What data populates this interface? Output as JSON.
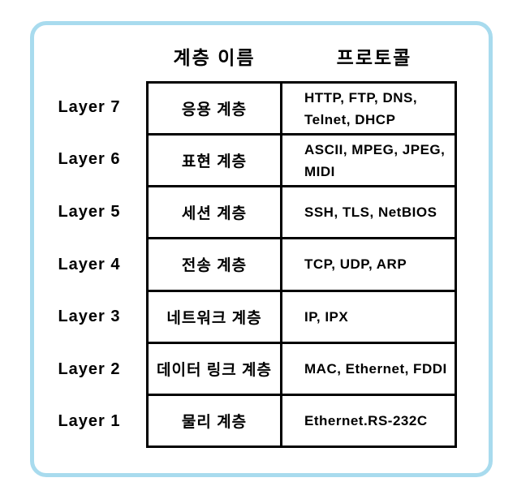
{
  "diagram": {
    "title_semantic": "OSI 7 layer model table",
    "headers": {
      "name": "계층 이름",
      "protocol": "프로토콜"
    },
    "rows": [
      {
        "layer": "Layer 7",
        "name": "응용 계층",
        "protocols": "HTTP, FTP, DNS,\nTelnet, DHCP"
      },
      {
        "layer": "Layer 6",
        "name": "표현 계층",
        "protocols": "ASCII, MPEG, JPEG,\nMIDI"
      },
      {
        "layer": "Layer 5",
        "name": "세션 계층",
        "protocols": "SSH, TLS, NetBIOS"
      },
      {
        "layer": "Layer 4",
        "name": "전송 계층",
        "protocols": "TCP, UDP, ARP"
      },
      {
        "layer": "Layer 3",
        "name": "네트워크 계층",
        "protocols": "IP, IPX"
      },
      {
        "layer": "Layer 2",
        "name": "데이터 링크 계층",
        "protocols": "MAC, Ethernet, FDDI"
      },
      {
        "layer": "Layer 1",
        "name": "물리 계층",
        "protocols": "Ethernet.RS-232C"
      }
    ],
    "colors": {
      "frame_accent": "#a8dbee",
      "table_border": "#000000",
      "text": "#000000",
      "background": "#ffffff"
    }
  }
}
